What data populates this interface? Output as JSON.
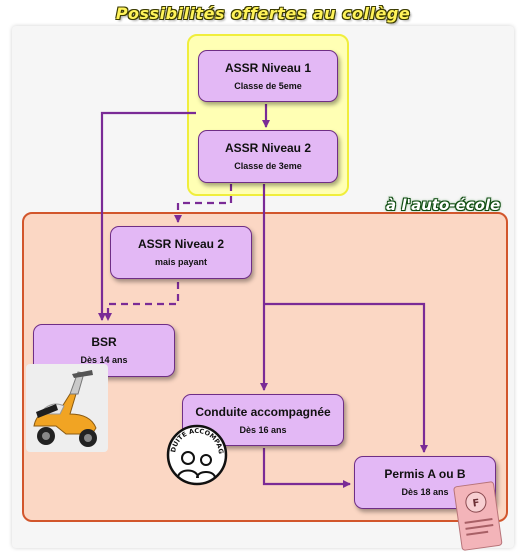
{
  "titles": {
    "college": "Possibilités offertes au collège",
    "auto_ecole": "à l'auto-école"
  },
  "nodes": {
    "assr1": {
      "line1": "ASSR Niveau 1",
      "line2": "Classe de 5eme"
    },
    "assr2": {
      "line1": "ASSR Niveau 2",
      "line2": "Classe de 3eme"
    },
    "assr2_payant": {
      "line1": "ASSR Niveau 2",
      "line2": "mais payant"
    },
    "bsr": {
      "line1": "BSR",
      "line2": "Dès 14 ans"
    },
    "conduite": {
      "line1": "Conduite accompagnée",
      "line2": "Dès 16 ans"
    },
    "permis": {
      "line1": "Permis A ou B",
      "line2": "Dès 18 ans"
    }
  },
  "badges": {
    "conduite_logo": "CONDUITE ACCOMPAGNÉE",
    "permis_card": "F"
  },
  "colors": {
    "college_zone": "#ffffb4",
    "auto_zone": "#fbd7c4",
    "node_fill": "#e3b8f5",
    "arrow": "#7a2b96"
  }
}
